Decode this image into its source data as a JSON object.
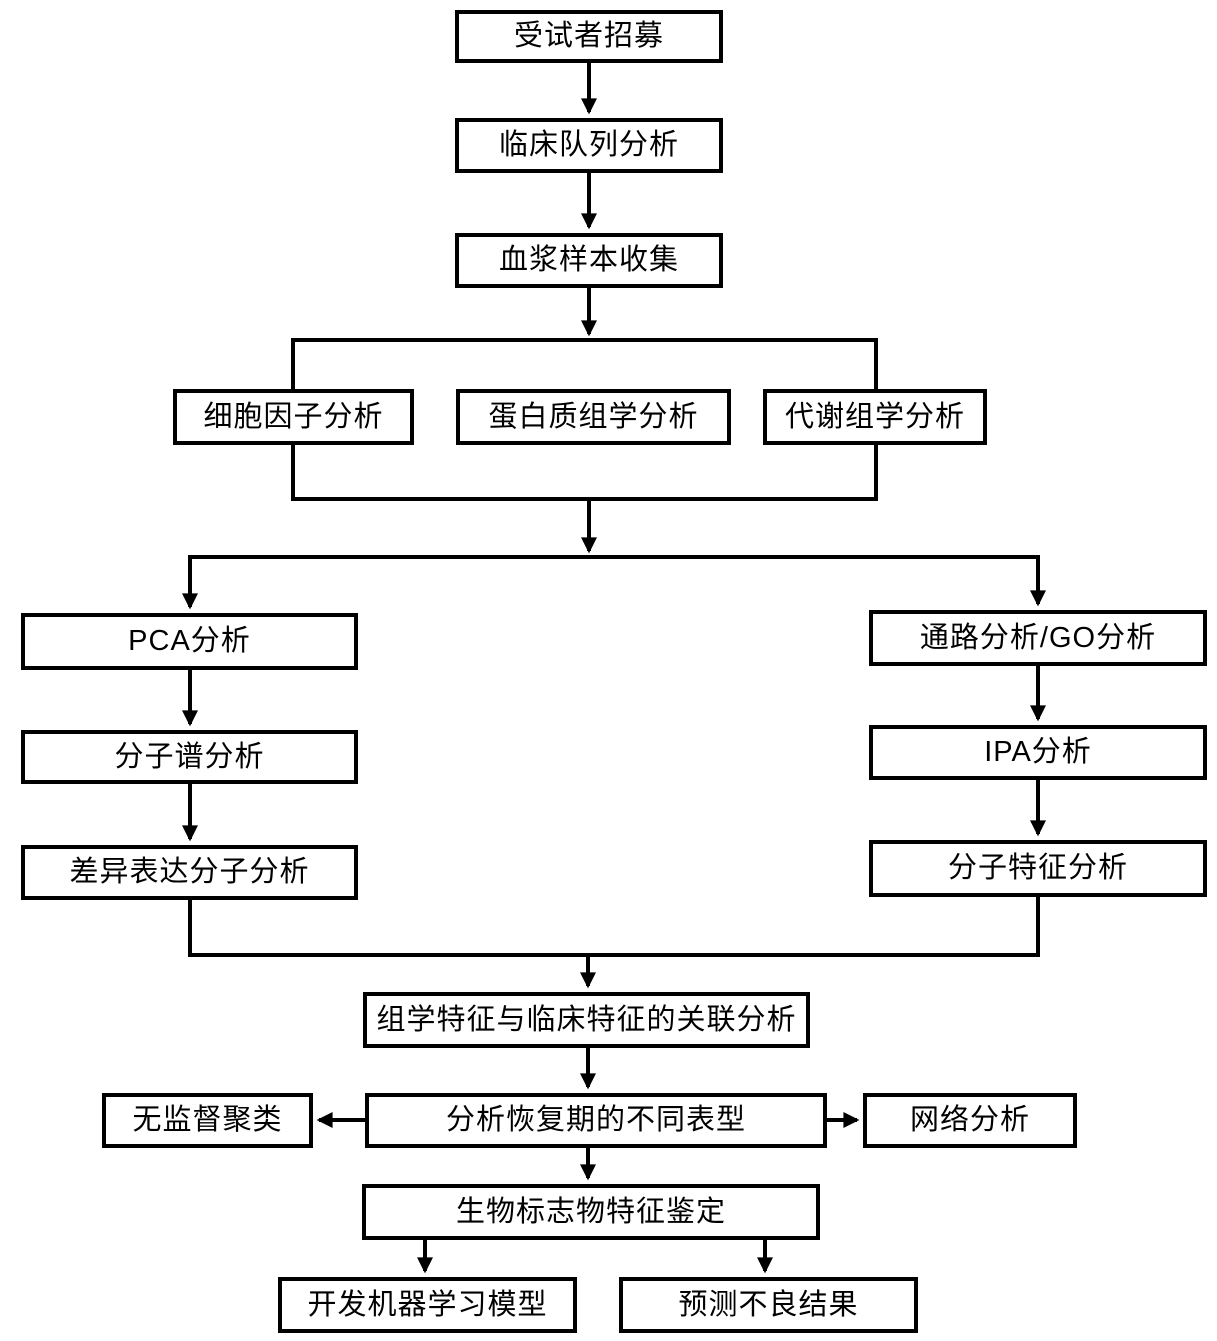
{
  "flowchart": {
    "nodes": {
      "recruit": {
        "label": "受试者招募"
      },
      "cohort": {
        "label": "临床队列分析"
      },
      "plasma": {
        "label": "血浆样本收集"
      },
      "cytokine": {
        "label": "细胞因子分析"
      },
      "proteomics": {
        "label": "蛋白质组学分析"
      },
      "metabolomics": {
        "label": "代谢组学分析"
      },
      "pca": {
        "label": "PCA分析"
      },
      "profile": {
        "label": "分子谱分析"
      },
      "dem": {
        "label": "差异表达分子分析"
      },
      "pathway": {
        "label": "通路分析/GO分析"
      },
      "ipa": {
        "label": "IPA分析"
      },
      "feature": {
        "label": "分子特征分析"
      },
      "association": {
        "label": "组学特征与临床特征的关联分析"
      },
      "cluster": {
        "label": "无监督聚类"
      },
      "phenotype": {
        "label": "分析恢复期的不同表型"
      },
      "network": {
        "label": "网络分析"
      },
      "biomarker": {
        "label": "生物标志物特征鉴定"
      },
      "ml": {
        "label": "开发机器学习模型"
      },
      "outcome": {
        "label": "预测不良结果"
      }
    },
    "edges": [
      {
        "from": "recruit",
        "to": "cohort"
      },
      {
        "from": "cohort",
        "to": "plasma"
      },
      {
        "from": "plasma",
        "to": "omics-group"
      },
      {
        "from": "omics-group",
        "to": "cytokine"
      },
      {
        "from": "omics-group",
        "to": "proteomics"
      },
      {
        "from": "omics-group",
        "to": "metabolomics"
      },
      {
        "from": "omics-group",
        "to": "pca"
      },
      {
        "from": "omics-group",
        "to": "pathway"
      },
      {
        "from": "pca",
        "to": "profile"
      },
      {
        "from": "profile",
        "to": "dem"
      },
      {
        "from": "pathway",
        "to": "ipa"
      },
      {
        "from": "ipa",
        "to": "feature"
      },
      {
        "from": "dem",
        "to": "association"
      },
      {
        "from": "feature",
        "to": "association"
      },
      {
        "from": "association",
        "to": "phenotype"
      },
      {
        "from": "phenotype",
        "to": "cluster"
      },
      {
        "from": "phenotype",
        "to": "network"
      },
      {
        "from": "phenotype",
        "to": "biomarker"
      },
      {
        "from": "biomarker",
        "to": "ml"
      },
      {
        "from": "biomarker",
        "to": "outcome"
      }
    ],
    "colors": {
      "background": "#ffffff",
      "box_fill": "#ffffff",
      "box_border": "#000000",
      "line": "#000000",
      "text": "#000000"
    }
  }
}
